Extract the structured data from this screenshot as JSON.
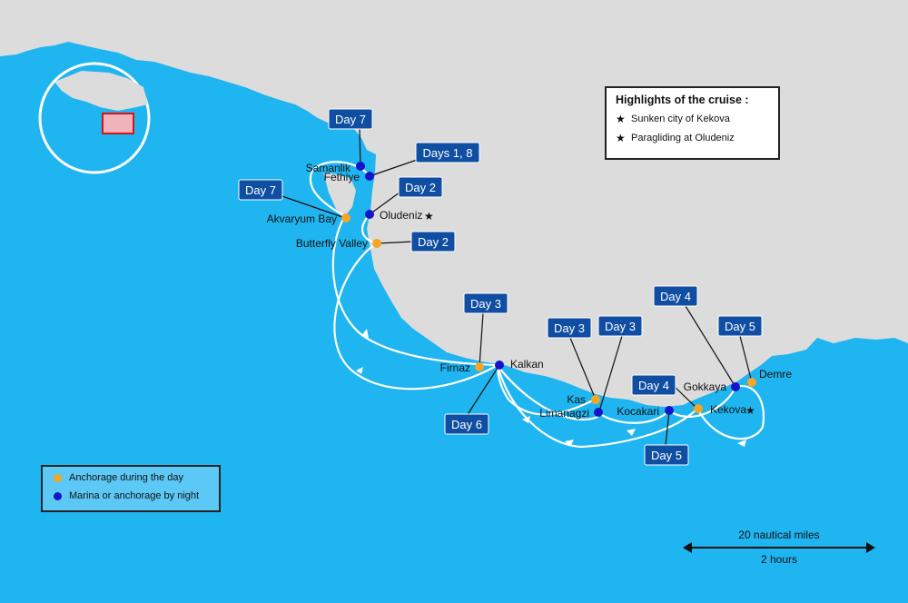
{
  "colors": {
    "sea": "#1fb5f0",
    "land": "#dcdcdc",
    "day_box": "#0f4ea2",
    "anchorage_day": "#f5a623",
    "marina_night": "#1414c8",
    "route": "#ffffff"
  },
  "highlights": {
    "title": "Highlights of the cruise :",
    "items": [
      {
        "icon": "star-icon",
        "label": "Sunken city of Kekova"
      },
      {
        "icon": "star-icon",
        "label": "Paragliding at Oludeniz"
      }
    ]
  },
  "legend": {
    "items": [
      {
        "type": "anchorage_day",
        "label": "Anchorage during the day"
      },
      {
        "type": "marina_night",
        "label": "Marina or anchorage by night"
      }
    ]
  },
  "scale": {
    "distance": "20 nautical miles",
    "time": "2 hours"
  },
  "places": [
    {
      "name": "Samanlik",
      "type": "marina_night"
    },
    {
      "name": "Fethiye",
      "type": "marina_night"
    },
    {
      "name": "Akvaryum Bay",
      "type": "anchorage_day"
    },
    {
      "name": "Oludeniz",
      "type": "marina_night",
      "star": true
    },
    {
      "name": "Butterfly Valley",
      "type": "anchorage_day"
    },
    {
      "name": "Firnaz",
      "type": "anchorage_day"
    },
    {
      "name": "Kalkan",
      "type": "marina_night"
    },
    {
      "name": "Kas",
      "type": "anchorage_day"
    },
    {
      "name": "Limanagzi",
      "type": "marina_night"
    },
    {
      "name": "Kocakari",
      "type": "marina_night"
    },
    {
      "name": "Kekova",
      "type": "anchorage_day",
      "star": true
    },
    {
      "name": "Gokkaya",
      "type": "marina_night"
    },
    {
      "name": "Demre",
      "type": "anchorage_day"
    }
  ],
  "day_labels": [
    "Day 7",
    "Days 1, 8",
    "Day 7",
    "Day 2",
    "Day 2",
    "Day 3",
    "Day 6",
    "Day 3",
    "Day 3",
    "Day 4",
    "Day 5",
    "Day 4",
    "Day 5"
  ]
}
